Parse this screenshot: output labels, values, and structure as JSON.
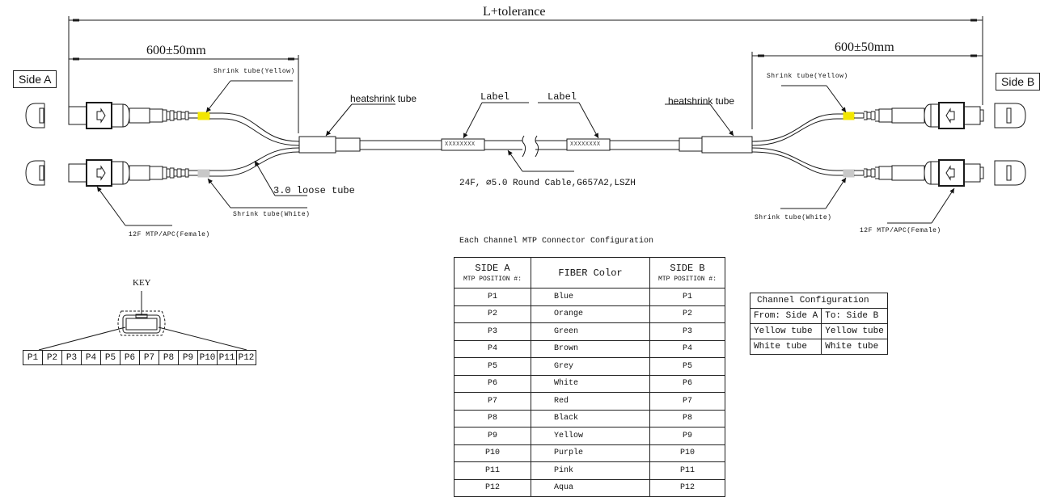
{
  "dimensions": {
    "overall": "L+tolerance",
    "breakout_a": "600±50mm",
    "breakout_b": "600±50mm"
  },
  "sides": {
    "a": "Side A",
    "b": "Side B"
  },
  "callouts": {
    "shrink_yellow_a": "Shrink tube(Yellow)",
    "shrink_white_a": "Shrink tube(White)",
    "shrink_yellow_b": "Shrink tube(Yellow)",
    "shrink_white_b": "Shrink tube(White)",
    "heatshrink_a": "heatshrink tube",
    "heatshrink_b": "heatshrink tube",
    "label_a": "Label",
    "label_b": "Label",
    "label_placeholder_a": "XXXXXXXX",
    "label_placeholder_b": "XXXXXXXX",
    "loose_tube": "3.0 loose tube",
    "cable_spec": "24F, ⌀5.0 Round Cable,G657A2,LSZH",
    "connector_a": "12F MTP/APC(Female)",
    "connector_b": "12F MTP/APC(Female)"
  },
  "key_diagram": {
    "key_label": "KEY",
    "positions": [
      "P1",
      "P2",
      "P3",
      "P4",
      "P5",
      "P6",
      "P7",
      "P8",
      "P9",
      "P10",
      "P11",
      "P12"
    ]
  },
  "connector_config": {
    "title": "Each Channel MTP Connector Configuration",
    "headers": [
      {
        "main": "SIDE A",
        "sub": "MTP POSITION #:"
      },
      {
        "main": "FIBER Color",
        "sub": ""
      },
      {
        "main": "SIDE B",
        "sub": "MTP POSITION #:"
      }
    ],
    "rows": [
      [
        "P1",
        "Blue",
        "P1"
      ],
      [
        "P2",
        "Orange",
        "P2"
      ],
      [
        "P3",
        "Green",
        "P3"
      ],
      [
        "P4",
        "Brown",
        "P4"
      ],
      [
        "P5",
        "Grey",
        "P5"
      ],
      [
        "P6",
        "White",
        "P6"
      ],
      [
        "P7",
        "Red",
        "P7"
      ],
      [
        "P8",
        "Black",
        "P8"
      ],
      [
        "P9",
        "Yellow",
        "P9"
      ],
      [
        "P10",
        "Purple",
        "P10"
      ],
      [
        "P11",
        "Pink",
        "P11"
      ],
      [
        "P12",
        "Aqua",
        "P12"
      ]
    ]
  },
  "channel_config": {
    "title": "Channel Configuration",
    "rows": [
      [
        "From: Side A",
        "To: Side B"
      ],
      [
        "Yellow tube",
        "Yellow tube"
      ],
      [
        "White tube",
        "White tube"
      ]
    ]
  },
  "colors": {
    "yellow_tube": "#f2e600",
    "white_tube": "#c8c8c8",
    "line": "#1a1a1a"
  }
}
